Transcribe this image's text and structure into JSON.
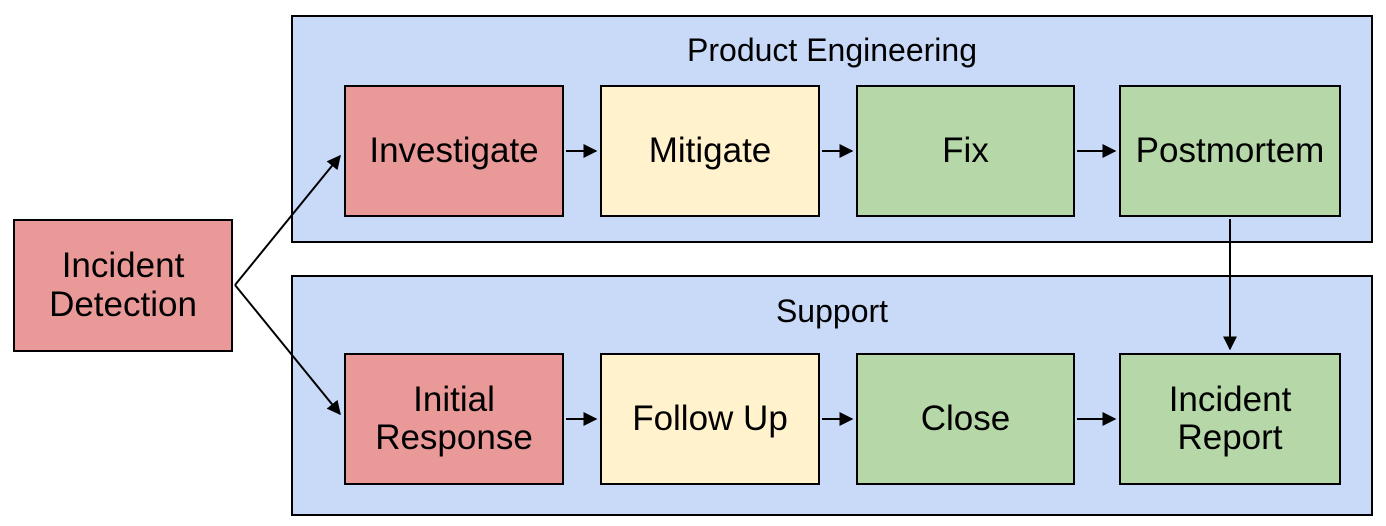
{
  "diagram": {
    "type": "flowchart",
    "start": {
      "label": "Incident Detection",
      "fill": "#ea9999"
    },
    "lanes": [
      {
        "title": "Product Engineering",
        "fill": "#c9daf8",
        "steps": [
          {
            "label": "Investigate",
            "fill": "#ea9999"
          },
          {
            "label": "Mitigate",
            "fill": "#fff2cc"
          },
          {
            "label": "Fix",
            "fill": "#b6d7a8"
          },
          {
            "label": "Postmortem",
            "fill": "#b6d7a8"
          }
        ]
      },
      {
        "title": "Support",
        "fill": "#c9daf8",
        "steps": [
          {
            "label": "Initial Response",
            "fill": "#ea9999"
          },
          {
            "label": "Follow Up",
            "fill": "#fff2cc"
          },
          {
            "label": "Close",
            "fill": "#b6d7a8"
          },
          {
            "label": "Incident Report",
            "fill": "#b6d7a8"
          }
        ]
      }
    ],
    "colors": {
      "background": "#ffffff",
      "lane_fill": "#c9daf8",
      "node_red": "#ea9999",
      "node_yellow": "#fff2cc",
      "node_green": "#b6d7a8",
      "border": "#000000",
      "arrow": "#000000",
      "text": "#000000"
    },
    "connections": [
      {
        "from": "Incident Detection",
        "to": "Investigate"
      },
      {
        "from": "Incident Detection",
        "to": "Initial Response"
      },
      {
        "from": "Investigate",
        "to": "Mitigate"
      },
      {
        "from": "Mitigate",
        "to": "Fix"
      },
      {
        "from": "Fix",
        "to": "Postmortem"
      },
      {
        "from": "Postmortem",
        "to": "Incident Report"
      },
      {
        "from": "Initial Response",
        "to": "Follow Up"
      },
      {
        "from": "Follow Up",
        "to": "Close"
      },
      {
        "from": "Close",
        "to": "Incident Report"
      }
    ]
  }
}
